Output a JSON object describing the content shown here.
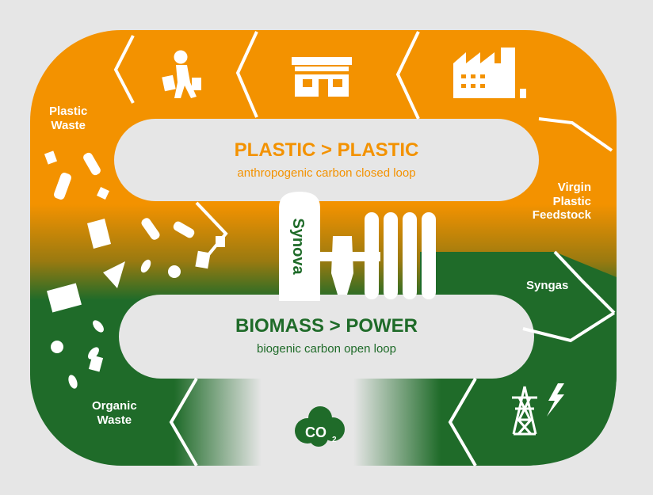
{
  "colors": {
    "orange": "#f39200",
    "green": "#1f6b29",
    "white": "#ffffff",
    "background": "#e6e6e6",
    "pill": "#e6e6e6"
  },
  "top_loop": {
    "title": "PLASTIC > PLASTIC",
    "subtitle": "anthropogenic carbon closed loop"
  },
  "bottom_loop": {
    "title": "BIOMASS > POWER",
    "subtitle": "biogenic carbon open loop"
  },
  "labels": {
    "plastic_waste": [
      "Plastic",
      "Waste"
    ],
    "virgin_feedstock": [
      "Virgin",
      "Plastic",
      "Feedstock"
    ],
    "syngas": "Syngas",
    "organic_waste": [
      "Organic",
      "Waste"
    ]
  },
  "plant": {
    "brand": "Synova"
  },
  "co2": {
    "main": "CO",
    "sub": "2"
  },
  "icons": [
    "shopper-icon",
    "store-icon",
    "factory-icon",
    "power-tower-icon",
    "co2-cloud-icon",
    "bottle-icon",
    "newspaper-icon",
    "pizza-icon",
    "leaf-icon",
    "apple-icon",
    "cup-icon",
    "container-icon"
  ]
}
